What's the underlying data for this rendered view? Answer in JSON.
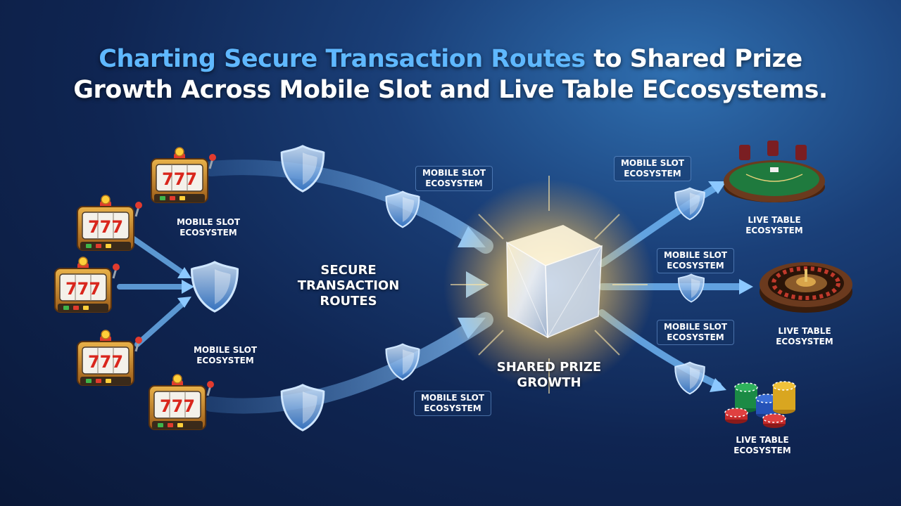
{
  "title": {
    "highlight": "Charting Secure Transaction Routes",
    "line1_rest": " to Shared Prize",
    "line2": "Growth Across Mobile Slot and Live Table ECcosystems."
  },
  "center": {
    "line1": "SHARED PRIZE",
    "line2": "GROWTH"
  },
  "route": {
    "line1": "SECURE",
    "line2": "TRANSACTION",
    "line3": "ROUTES"
  },
  "mobile_labels": [
    {
      "line1": "MOBILE SLOT",
      "line2": "ECOSYSTEM"
    },
    {
      "line1": "MOBILE SLOT",
      "line2": "ECOSYSTEM"
    },
    {
      "line1": "MOBILE SLOT",
      "line2": "ECOSYSTEM"
    },
    {
      "line1": "MOBILE SLOT",
      "line2": "ECOSYSTEM"
    },
    {
      "line1": "MOBILE SLOT",
      "line2": "ECOSYSTEM"
    },
    {
      "line1": "MOBILE SLOT",
      "line2": "ECOSYSTEM"
    },
    {
      "line1": "MOBILE SLOT",
      "line2": "ECOSYSTEM"
    }
  ],
  "live_labels": [
    {
      "line1": "LIVE TABLE",
      "line2": "ECOSYSTEM"
    },
    {
      "line1": "LIVE TABLE",
      "line2": "ECOSYSTEM"
    },
    {
      "line1": "LIVE TABLE",
      "line2": "ECOSYSTEM"
    }
  ],
  "slot_symbol": "777",
  "icons": [
    "slot-machine-icon",
    "shield-icon",
    "crystal-cube-icon",
    "blackjack-table-icon",
    "roulette-wheel-icon",
    "poker-chips-icon"
  ],
  "colors": {
    "accent": "#5fb8ff",
    "arrow": "#6fb4f2",
    "glow": "#ffd36b",
    "table_felt": "#1f7a3e",
    "roulette_wood": "#6b3a1e"
  }
}
